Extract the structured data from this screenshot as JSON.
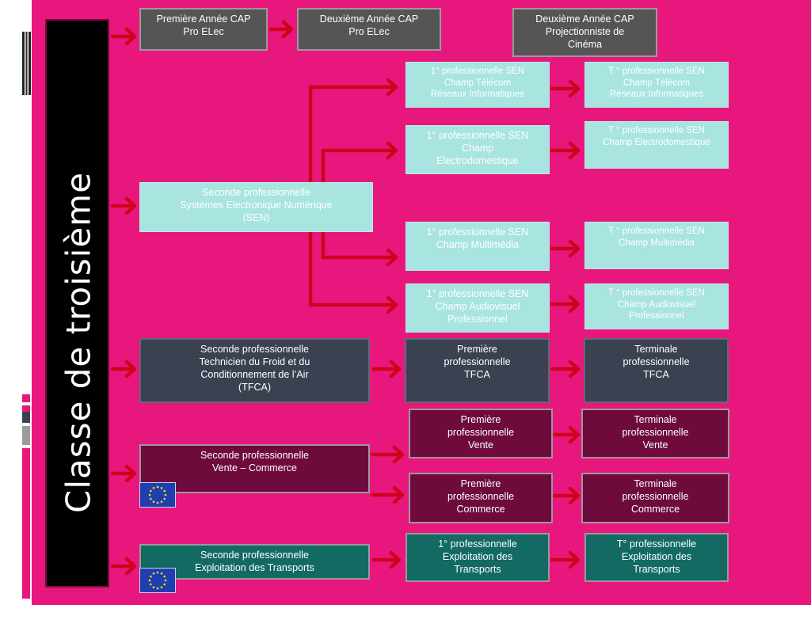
{
  "sidebar": {
    "title": "Classe de troisième"
  },
  "colors": {
    "background": "#e8177e",
    "arrow": "#d0021b",
    "grey_box": "#555555",
    "cyan_box": "#a8e4e0",
    "slate_box": "#3a4150",
    "maroon_box": "#6e0b3c",
    "teal_box": "#126a63",
    "eu_flag": "#1f3fb0"
  },
  "cap": {
    "first": [
      "Première Année CAP",
      "Pro ELec"
    ],
    "second": [
      "Deuxième Année CAP",
      "Pro ELec"
    ],
    "cinema": [
      "Deuxième Année CAP",
      "Projectionniste de",
      "Cinéma"
    ]
  },
  "sen": {
    "seconde": [
      "Seconde professionnelle",
      "Systèmes Electronique Numérique",
      "(SEN)"
    ],
    "telecom_1": [
      "1° professionnelle SEN",
      "Champ Télécom",
      "Réseaux Informatiques"
    ],
    "telecom_t": [
      "T ° professionnelle SEN",
      "Champ Télécom",
      "Réseaux Informatiques"
    ],
    "electro_1": [
      "1° professionnelle SEN",
      "Champ",
      "Electrodomestique"
    ],
    "electro_t": [
      "T ° professionnelle SEN",
      "Champ Electrodomestique"
    ],
    "multi_1": [
      "1° professionnelle SEN",
      "Champ Multimédia"
    ],
    "multi_t": [
      "T ° professionnelle SEN",
      "Champ Multimédia"
    ],
    "audio_1": [
      "1° professionnelle SEN",
      "Champ Audiovisuel",
      "Professionnel"
    ],
    "audio_t": [
      "T ° professionnelle SEN",
      "Champ Audiovisuel",
      "Professionnel"
    ]
  },
  "tfca": {
    "seconde": [
      "Seconde professionnelle",
      "Technicien du Froid et du",
      "Conditionnement de l’Air",
      "(TFCA)"
    ],
    "premiere": [
      "Première",
      "professionnelle",
      "TFCA"
    ],
    "terminale": [
      "Terminale",
      "professionnelle",
      "TFCA"
    ]
  },
  "commerce": {
    "seconde": [
      "Seconde professionnelle",
      "Vente – Commerce"
    ],
    "premiere_vente": [
      "Première",
      "professionnelle",
      "Vente"
    ],
    "terminale_vente": [
      "Terminale",
      "professionnelle",
      "Vente"
    ],
    "premiere_commerce": [
      "Première",
      "professionnelle",
      "Commerce"
    ],
    "terminale_commerce": [
      "Terminale",
      "professionnelle",
      "Commerce"
    ]
  },
  "transport": {
    "seconde": [
      "Seconde professionnelle",
      "Exploitation des Transports"
    ],
    "premiere": [
      "1° professionnelle",
      "Exploitation des",
      "Transports"
    ],
    "terminale": [
      "T° professionnelle",
      "Exploitation des",
      "Transports"
    ]
  },
  "icons": {
    "eu": "eu-flag-icon",
    "arrow": "arrow-right-icon",
    "decor": "slide-decoration-icon"
  }
}
